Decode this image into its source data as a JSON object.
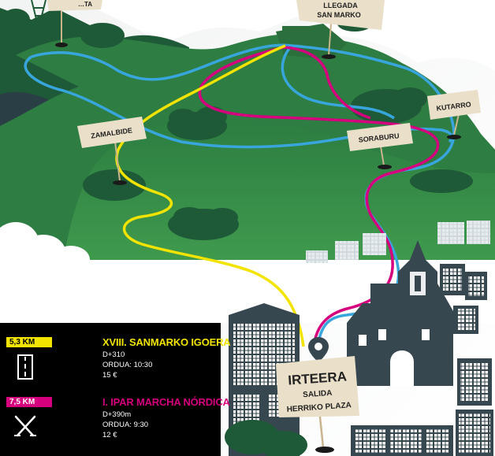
{
  "colors": {
    "yellow": "#f2e400",
    "magenta": "#d6007e",
    "blue": "#38a6dd",
    "dark_green": "#1f5e3a",
    "green": "#2f8a46",
    "slate": "#37474f",
    "sign": "#eadfc9",
    "sign_dark": "#c9b48e"
  },
  "signs": {
    "top_left": "…TA",
    "llegada_line1": "LLEGADA",
    "llegada_line2": "SAN MARKO",
    "kutarro": "KUTARRO",
    "zamalbide": "ZAMALBIDE",
    "soraburu": "SORABURU",
    "irteera": "IRTEERA",
    "salida": "SALIDA",
    "herriko_plaza": "HERRIKO PLAZA"
  },
  "icons": {
    "map_pin": "map-pin-icon",
    "road": "road-icon",
    "nordic_poles": "nordic-poles-icon"
  },
  "legend": {
    "routes": [
      {
        "distance": "5,3 KM",
        "title": "XVIII. SANMARKO IGOERA",
        "lines": [
          "D+310",
          "ORDUA: 10:30",
          "15 €"
        ],
        "color": "#f2e400",
        "icon": "road-icon"
      },
      {
        "distance": "7,5 KM",
        "title": "I. IPAR MARCHA NÓRDICA",
        "lines": [
          "D+390m",
          "ORDUA: 9:30",
          "12 €"
        ],
        "color": "#d6007e",
        "icon": "nordic-poles-icon"
      }
    ]
  }
}
